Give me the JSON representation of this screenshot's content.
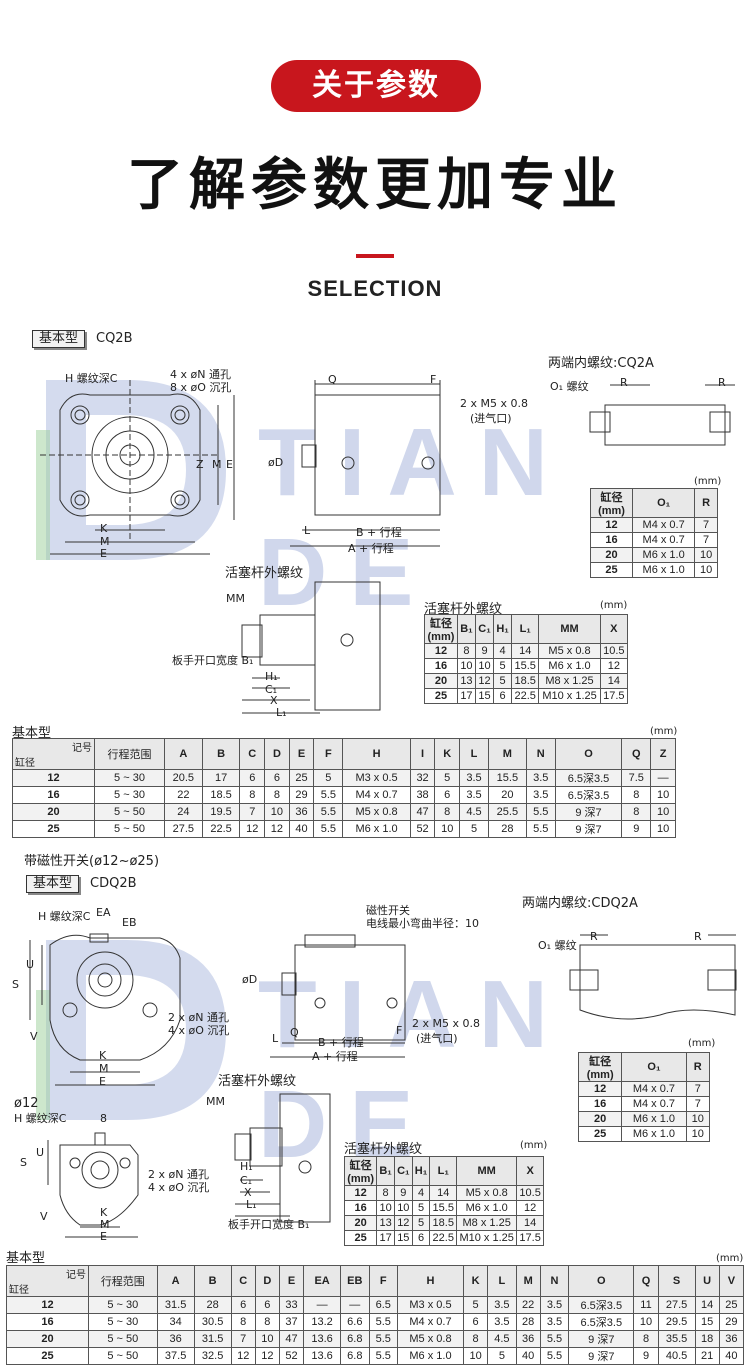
{
  "header": {
    "pill_label": "关于参数",
    "headline": "了解参数更加专业",
    "section_title": "SELECTION"
  },
  "watermark": {
    "text": "TIAN DE"
  },
  "colors": {
    "accent": "#c8161d",
    "watermark": "#aab8dd"
  },
  "cq2b": {
    "tag": "基本型",
    "model": "CQ2B",
    "front_labels": {
      "h_thread": "H 螺纹深C",
      "n_holes": "4 x øN 通孔",
      "o_counter": "8 x øO 沉孔",
      "k": "K",
      "m": "M",
      "e": "E",
      "z": "Z",
      "m2": "M",
      "e2": "E"
    },
    "side_labels": {
      "q": "Q",
      "f": "F",
      "port": "2 x M5 x 0.8",
      "port_note": "(进气口)",
      "d": "øD",
      "l": "L",
      "b": "B + 行程",
      "a": "A + 行程"
    },
    "rod_title": "活塞杆外螺纹",
    "rod_labels": {
      "mm": "MM",
      "wrench": "板手开口宽度 B₁",
      "h1": "H₁",
      "c1": "C₁",
      "x": "X",
      "l1": "L₁"
    },
    "inner_title": "两端内螺纹:CQ2A",
    "inner_labels": {
      "o1": "O₁ 螺纹",
      "r": "R"
    },
    "inner_unit": "(mm)",
    "inner_table": {
      "headers": [
        "缸径\n(mm)",
        "O₁",
        "R"
      ],
      "rows": [
        [
          "12",
          "M4 x 0.7",
          "7"
        ],
        [
          "16",
          "M4 x 0.7",
          "7"
        ],
        [
          "20",
          "M6 x 1.0",
          "10"
        ],
        [
          "25",
          "M6 x 1.0",
          "10"
        ]
      ]
    },
    "rod_table_title": "活塞杆外螺纹",
    "rod_unit": "(mm)",
    "rod_table": {
      "headers": [
        "缸径\n(mm)",
        "B₁",
        "C₁",
        "H₁",
        "L₁",
        "MM",
        "X"
      ],
      "rows": [
        [
          "12",
          "8",
          "9",
          "4",
          "14",
          "M5 x 0.8",
          "10.5"
        ],
        [
          "16",
          "10",
          "10",
          "5",
          "15.5",
          "M6 x 1.0",
          "12"
        ],
        [
          "20",
          "13",
          "12",
          "5",
          "18.5",
          "M8 x 1.25",
          "14"
        ],
        [
          "25",
          "17",
          "15",
          "6",
          "22.5",
          "M10 x 1.25",
          "17.5"
        ]
      ]
    },
    "main_title": "基本型",
    "main_unit": "(mm)",
    "main_table": {
      "corner_top": "记号",
      "corner_bottom": "缸径",
      "headers": [
        "行程范围",
        "A",
        "B",
        "C",
        "D",
        "E",
        "F",
        "H",
        "I",
        "K",
        "L",
        "M",
        "N",
        "O",
        "Q",
        "Z"
      ],
      "rows": [
        [
          "12",
          "5 ~ 30",
          "20.5",
          "17",
          "6",
          "6",
          "25",
          "5",
          "M3 x 0.5",
          "32",
          "5",
          "3.5",
          "15.5",
          "3.5",
          "6.5深3.5",
          "7.5",
          "—"
        ],
        [
          "16",
          "5 ~ 30",
          "22",
          "18.5",
          "8",
          "8",
          "29",
          "5.5",
          "M4 x 0.7",
          "38",
          "6",
          "3.5",
          "20",
          "3.5",
          "6.5深3.5",
          "8",
          "10"
        ],
        [
          "20",
          "5 ~ 50",
          "24",
          "19.5",
          "7",
          "10",
          "36",
          "5.5",
          "M5 x 0.8",
          "47",
          "8",
          "4.5",
          "25.5",
          "5.5",
          "9 深7",
          "8",
          "10"
        ],
        [
          "25",
          "5 ~ 50",
          "27.5",
          "22.5",
          "12",
          "12",
          "40",
          "5.5",
          "M6 x 1.0",
          "52",
          "10",
          "5",
          "28",
          "5.5",
          "9 深7",
          "9",
          "10"
        ]
      ]
    }
  },
  "cdq2b": {
    "section_heading": "带磁性开关(ø12~ø25)",
    "tag": "基本型",
    "model": "CDQ2B",
    "front_labels": {
      "h_thread": "H 螺纹深C",
      "ea": "EA",
      "eb": "EB",
      "n_holes": "2 x øN 通孔",
      "o_counter": "4 x øO 沉孔",
      "u": "U",
      "s": "S",
      "v": "V",
      "k": "K",
      "m": "M",
      "e": "E"
    },
    "side_labels": {
      "switch": "磁性开关",
      "bend": "电线最小弯曲半径：10",
      "d": "øD",
      "l": "L",
      "q": "Q",
      "b": "B + 行程",
      "a": "A + 行程",
      "f": "F",
      "port": "2 x M5 x 0.8",
      "port_note": "(进气口)"
    },
    "inner_title": "两端内螺纹:CDQ2A",
    "inner_labels": {
      "o1": "O₁ 螺纹",
      "r": "R"
    },
    "inner_unit": "(mm)",
    "inner_table": {
      "headers": [
        "缸径\n(mm)",
        "O₁",
        "R"
      ],
      "rows": [
        [
          "12",
          "M4 x 0.7",
          "7"
        ],
        [
          "16",
          "M4 x 0.7",
          "7"
        ],
        [
          "20",
          "M6 x 1.0",
          "10"
        ],
        [
          "25",
          "M6 x 1.0",
          "10"
        ]
      ]
    },
    "d12_label": "ø12",
    "d12_labels": {
      "h_thread": "H 螺纹深C",
      "eight": "8",
      "n_holes": "2 x øN 通孔",
      "o_counter": "4 x øO 沉孔",
      "u": "U",
      "s": "S",
      "v": "V",
      "k": "K",
      "m": "M",
      "e": "E"
    },
    "rod_title": "活塞杆外螺纹",
    "rod_labels": {
      "mm": "MM",
      "wrench": "板手开口宽度 B₁",
      "h1": "H₁",
      "c1": "C₁",
      "x": "X",
      "l1": "L₁"
    },
    "rod_table_title": "活塞杆外螺纹",
    "rod_unit": "(mm)",
    "rod_table": {
      "headers": [
        "缸径\n(mm)",
        "B₁",
        "C₁",
        "H₁",
        "L₁",
        "MM",
        "X"
      ],
      "rows": [
        [
          "12",
          "8",
          "9",
          "4",
          "14",
          "M5 x 0.8",
          "10.5"
        ],
        [
          "16",
          "10",
          "10",
          "5",
          "15.5",
          "M6 x 1.0",
          "12"
        ],
        [
          "20",
          "13",
          "12",
          "5",
          "18.5",
          "M8 x 1.25",
          "14"
        ],
        [
          "25",
          "17",
          "15",
          "6",
          "22.5",
          "M10 x 1.25",
          "17.5"
        ]
      ]
    },
    "main_title": "基本型",
    "main_unit": "(mm)",
    "main_table": {
      "corner_top": "记号",
      "corner_bottom": "缸径",
      "headers": [
        "行程范围",
        "A",
        "B",
        "C",
        "D",
        "E",
        "EA",
        "EB",
        "F",
        "H",
        "K",
        "L",
        "M",
        "N",
        "O",
        "Q",
        "S",
        "U",
        "V"
      ],
      "rows": [
        [
          "12",
          "5 ~ 30",
          "31.5",
          "28",
          "6",
          "6",
          "33",
          "—",
          "—",
          "6.5",
          "M3 x 0.5",
          "5",
          "3.5",
          "22",
          "3.5",
          "6.5深3.5",
          "11",
          "27.5",
          "14",
          "25"
        ],
        [
          "16",
          "5 ~ 30",
          "34",
          "30.5",
          "8",
          "8",
          "37",
          "13.2",
          "6.6",
          "5.5",
          "M4 x 0.7",
          "6",
          "3.5",
          "28",
          "3.5",
          "6.5深3.5",
          "10",
          "29.5",
          "15",
          "29"
        ],
        [
          "20",
          "5 ~ 50",
          "36",
          "31.5",
          "7",
          "10",
          "47",
          "13.6",
          "6.8",
          "5.5",
          "M5 x 0.8",
          "8",
          "4.5",
          "36",
          "5.5",
          "9 深7",
          "8",
          "35.5",
          "18",
          "36"
        ],
        [
          "25",
          "5 ~ 50",
          "37.5",
          "32.5",
          "12",
          "12",
          "52",
          "13.6",
          "6.8",
          "5.5",
          "M6 x 1.0",
          "10",
          "5",
          "40",
          "5.5",
          "9 深7",
          "9",
          "40.5",
          "21",
          "40"
        ]
      ]
    }
  }
}
